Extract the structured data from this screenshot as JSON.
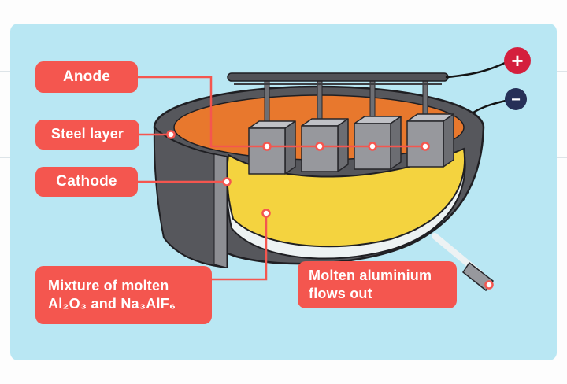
{
  "labels": {
    "anode": "Anode",
    "steel_layer": "Steel layer",
    "cathode": "Cathode",
    "mixture_line1": "Mixture of molten",
    "mixture_line2": "Al₂O₃ and Na₃AlF₆",
    "molten_out": "Molten aluminium flows out"
  },
  "terminals": {
    "positive": "+",
    "negative": "−"
  },
  "diagram": {
    "anode_block_count": 4,
    "colors": {
      "panel_background": "#b9e7f3",
      "label_red": "#f4564f",
      "steel_gray": "#56575c",
      "electrolyte_orange": "#e8782d",
      "mixture_yellow": "#f4d33f",
      "molten_aluminium_white": "#edf2f3",
      "positive_terminal_red": "#d41f3d",
      "negative_terminal_navy": "#263057"
    }
  }
}
